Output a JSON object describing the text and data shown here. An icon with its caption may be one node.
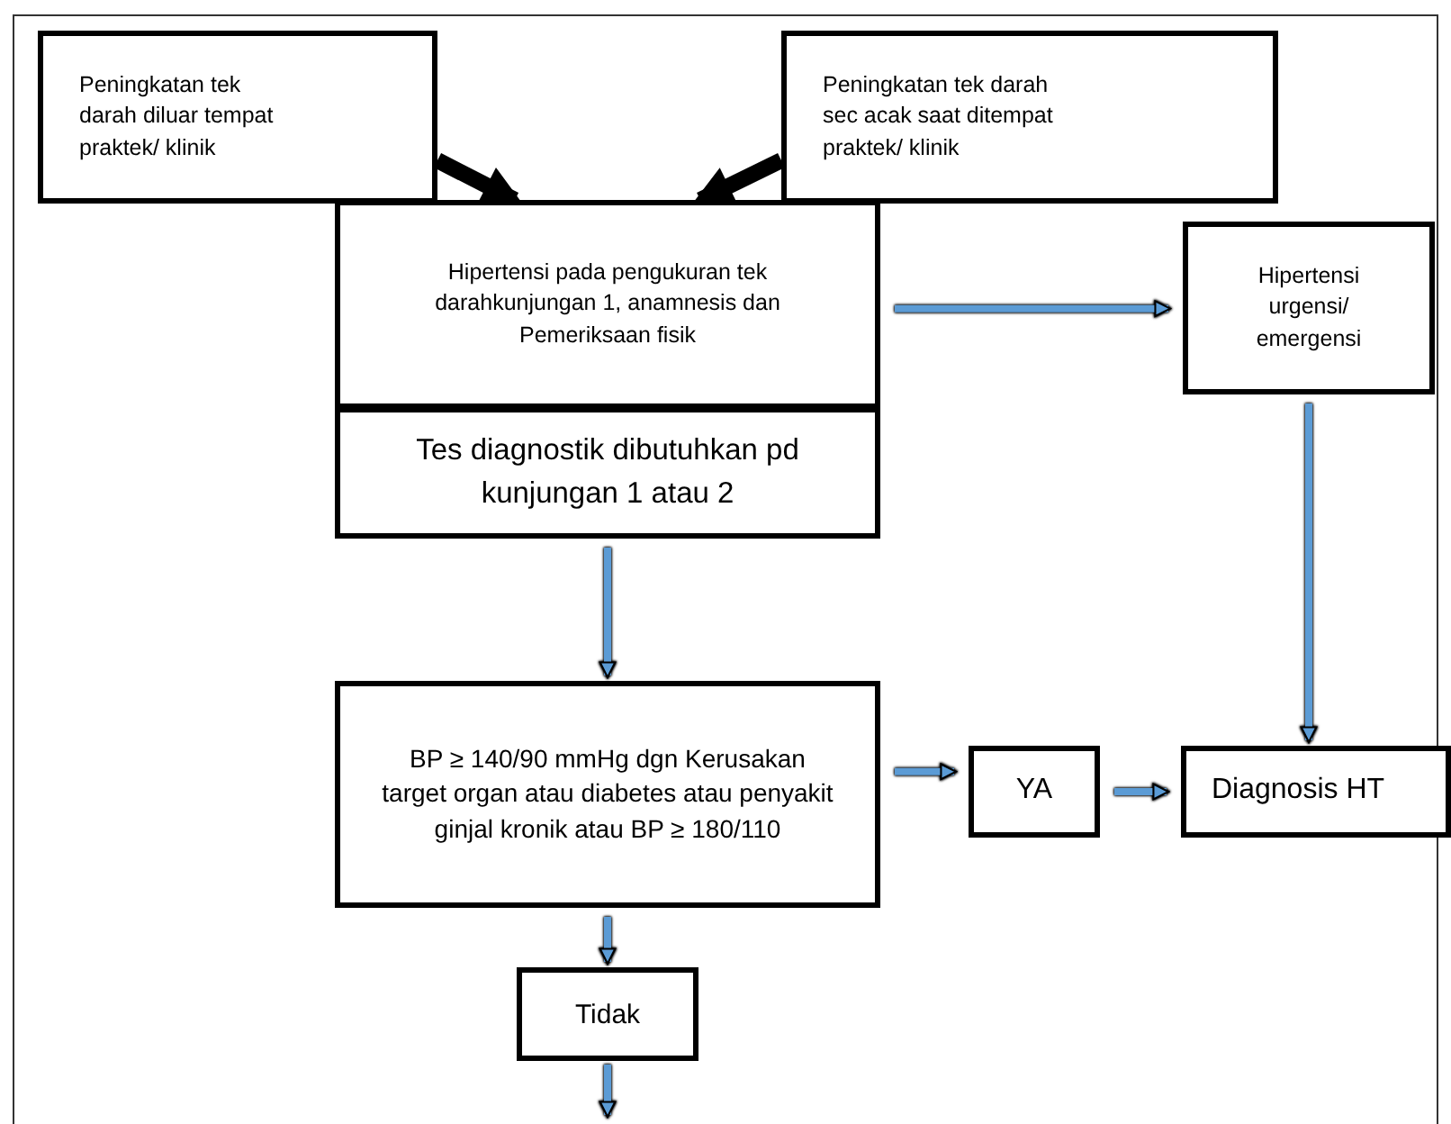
{
  "diagram": {
    "nodes": [
      {
        "text": [
          "Peningkatan tek darah diluar tempat praktek/ klinik"
        ]
      },
      {
        "text": [
          "Peningkatan tek darah sec acak saat ditempat praktek/ klinik"
        ]
      },
      {
        "text": [
          "Hipertensi pada pengukuran tek darahkunjungan 1, anamnesis dan Pemeriksaan fisik"
        ]
      },
      {
        "text": [
          "Tes diagnostik dibutuhkan pd kunjungan 1 atau 2"
        ]
      },
      {
        "text": [
          "Hipertensi urgensi/ emergensi"
        ]
      },
      {
        "text": [
          "BP ≥ 140/90 mmHg dgn Kerusakan target organ atau diabetes atau penyakit ginjal kronik atau BP ≥ 180/110"
        ]
      },
      {
        "text": [
          "YA"
        ]
      },
      {
        "text": [
          "Diagnosis HT"
        ]
      },
      {
        "text": [
          "Tidak"
        ]
      }
    ],
    "edges": [
      {
        "from": 0,
        "to": 2,
        "arrow": "to",
        "style": "thick",
        "color": "#000000"
      },
      {
        "from": 1,
        "to": 2,
        "arrow": "to",
        "style": "thick",
        "color": "#000000"
      },
      {
        "from": 2,
        "to": 4,
        "arrow": "to"
      },
      {
        "from": 3,
        "to": 5,
        "arrow": "to"
      },
      {
        "from": 4,
        "to": 7,
        "arrow": "to"
      },
      {
        "from": 5,
        "to": 6,
        "arrow": "to"
      },
      {
        "from": 6,
        "to": 7,
        "arrow": "to"
      },
      {
        "from": 5,
        "to": 8,
        "arrow": "to"
      },
      {
        "from": 8,
        "to": null,
        "arrow": "to"
      }
    ]
  }
}
